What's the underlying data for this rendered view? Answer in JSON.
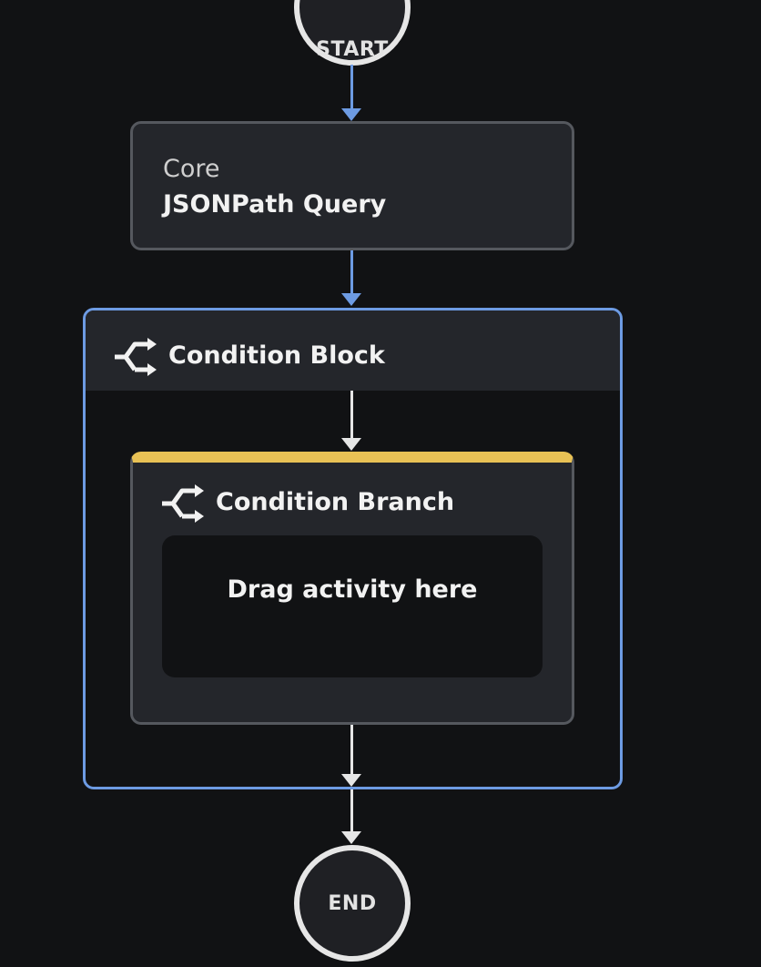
{
  "nodes": {
    "start": {
      "label": "START"
    },
    "end": {
      "label": "END"
    }
  },
  "activity": {
    "category": "Core",
    "title": "JSONPath Query"
  },
  "condition_block": {
    "title": "Condition Block",
    "icon": "branch-icon"
  },
  "condition_branch": {
    "title": "Condition Branch",
    "icon": "branch-icon",
    "accent_color": "#e8c155",
    "drop_zone_text": "Drag activity here"
  },
  "colors": {
    "background": "#111214",
    "card": "#24262b",
    "selected_outline": "#6d9be3",
    "connector_active": "#6d9be3",
    "connector": "#e6e6e6"
  }
}
